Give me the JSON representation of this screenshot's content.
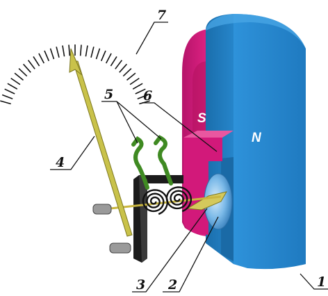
{
  "diagram": {
    "poles": {
      "south": "S",
      "north": "N"
    },
    "callouts": [
      {
        "id": "c1",
        "label": "1"
      },
      {
        "id": "c2",
        "label": "2"
      },
      {
        "id": "c3",
        "label": "3"
      },
      {
        "id": "c4",
        "label": "4"
      },
      {
        "id": "c5",
        "label": "5"
      },
      {
        "id": "c6",
        "label": "6"
      },
      {
        "id": "c7",
        "label": "7"
      }
    ],
    "scale": {
      "tick_count": 33
    },
    "colors": {
      "north_pole": "#2b8fd6",
      "north_pole_dark": "#1b6fae",
      "south_pole": "#d81b7a",
      "south_pole_dark": "#a8135e",
      "pointer": "#c9c24a",
      "pointer_dark": "#7d7820",
      "lead_wire": "#4f9a2a",
      "core": "#6fb3e6",
      "bracket": "#1b1b1b"
    }
  }
}
